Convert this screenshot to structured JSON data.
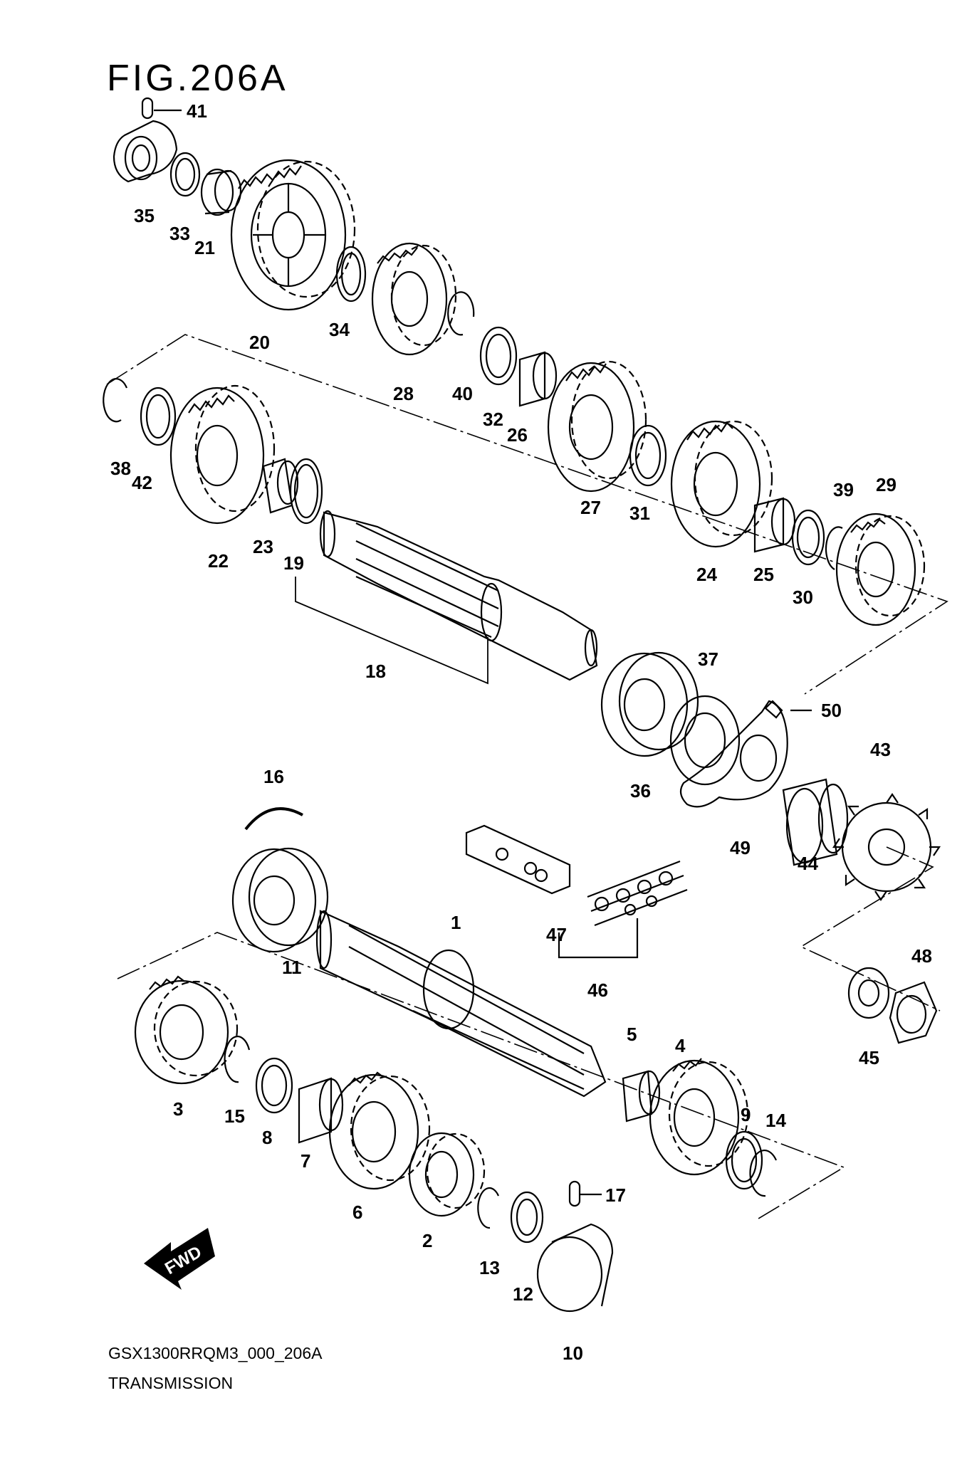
{
  "figure": {
    "title": "FIG.206A",
    "code": "GSX1300RRQM3_000_206A",
    "subtitle": "TRANSMISSION",
    "direction_label": "FWD"
  },
  "parts": [
    {
      "n": "41"
    },
    {
      "n": "35"
    },
    {
      "n": "33"
    },
    {
      "n": "21"
    },
    {
      "n": "20"
    },
    {
      "n": "34"
    },
    {
      "n": "28"
    },
    {
      "n": "40"
    },
    {
      "n": "32"
    },
    {
      "n": "26"
    },
    {
      "n": "38"
    },
    {
      "n": "42"
    },
    {
      "n": "22"
    },
    {
      "n": "23"
    },
    {
      "n": "19"
    },
    {
      "n": "27"
    },
    {
      "n": "31"
    },
    {
      "n": "24"
    },
    {
      "n": "25"
    },
    {
      "n": "30"
    },
    {
      "n": "39"
    },
    {
      "n": "29"
    },
    {
      "n": "18"
    },
    {
      "n": "37"
    },
    {
      "n": "50"
    },
    {
      "n": "36"
    },
    {
      "n": "43"
    },
    {
      "n": "49"
    },
    {
      "n": "44"
    },
    {
      "n": "16"
    },
    {
      "n": "11"
    },
    {
      "n": "1"
    },
    {
      "n": "47"
    },
    {
      "n": "46"
    },
    {
      "n": "48"
    },
    {
      "n": "45"
    },
    {
      "n": "3"
    },
    {
      "n": "15"
    },
    {
      "n": "8"
    },
    {
      "n": "7"
    },
    {
      "n": "6"
    },
    {
      "n": "2"
    },
    {
      "n": "13"
    },
    {
      "n": "12"
    },
    {
      "n": "10"
    },
    {
      "n": "17"
    },
    {
      "n": "5"
    },
    {
      "n": "4"
    },
    {
      "n": "9"
    },
    {
      "n": "14"
    }
  ]
}
